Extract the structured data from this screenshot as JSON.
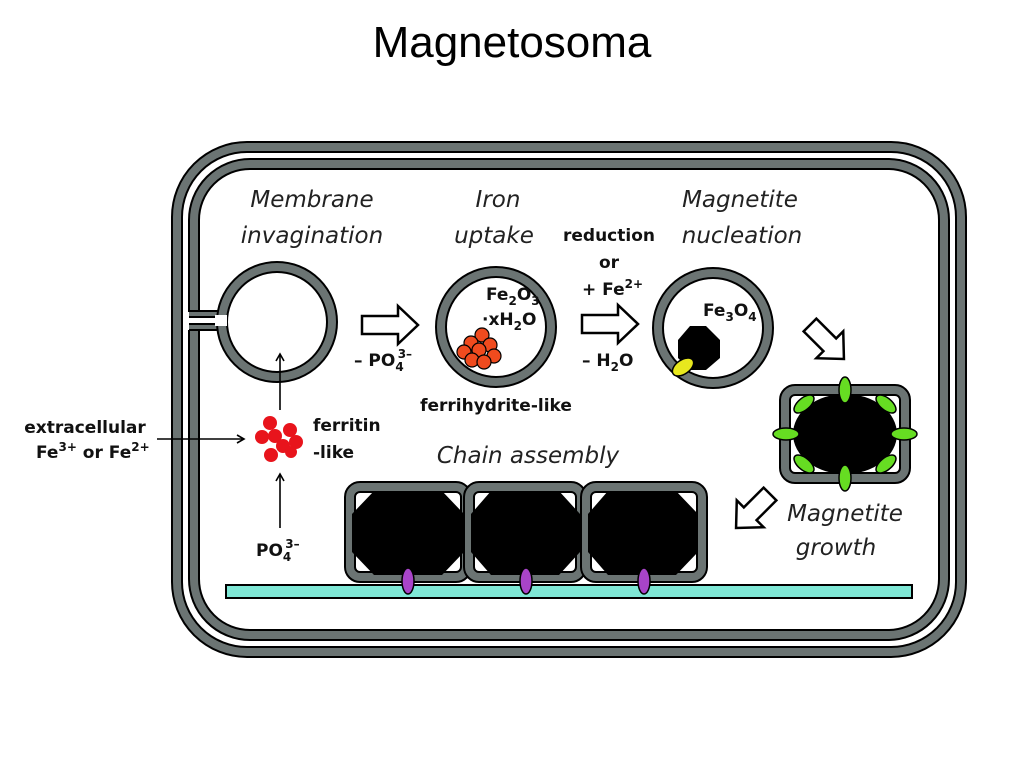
{
  "title": "Magnetosoma",
  "colors": {
    "membrane": "#6b7473",
    "outline": "#000000",
    "ferritin": "#e8141c",
    "ferrihydrite": "#f04b1e",
    "nucleation_protein": "#e8e81e",
    "growth_protein": "#66dd22",
    "chain_protein": "#a844c8",
    "filament": "#7fe8d6",
    "magnetite": "#000000"
  },
  "stages": {
    "membrane_invagination": [
      "Membrane",
      "invagination"
    ],
    "iron_uptake": [
      "Iron",
      "uptake"
    ],
    "magnetite_nucleation": [
      "Magnetite",
      "nucleation"
    ],
    "magnetite_growth": [
      "Magnetite",
      "growth"
    ],
    "chain_assembly": "Chain assembly"
  },
  "labels": {
    "reduction": "reduction",
    "or": "or",
    "plus_fe": "+ Fe",
    "plus_fe_sup": "2+",
    "minus_h2o_pre": "– H",
    "minus_h2o_sub": "2",
    "minus_h2o_post": "O",
    "minus_po4_pre": "– PO",
    "minus_po4_sub": "4",
    "minus_po4_sup": "3–",
    "fe2o3_a": "Fe",
    "fe2o3_sub1": "2",
    "fe2o3_b": "O",
    "fe2o3_sub2": "3",
    "xh2o_a": "·xH",
    "xh2o_sub": "2",
    "xh2o_b": "O",
    "fe3o4_a": "Fe",
    "fe3o4_sub1": "3",
    "fe3o4_b": "O",
    "fe3o4_sub2": "4",
    "ferrihydrite_like": "ferrihydrite-like",
    "ferritin": "ferritin",
    "ferritin_like": "-like",
    "extracellular": "extracellular",
    "fe3_a": "Fe",
    "fe3_sup": "3+",
    "or_mid": " or Fe",
    "fe2_sup": "2+",
    "po4_a": "PO",
    "po4_sub": "4",
    "po4_sup": "3–"
  }
}
